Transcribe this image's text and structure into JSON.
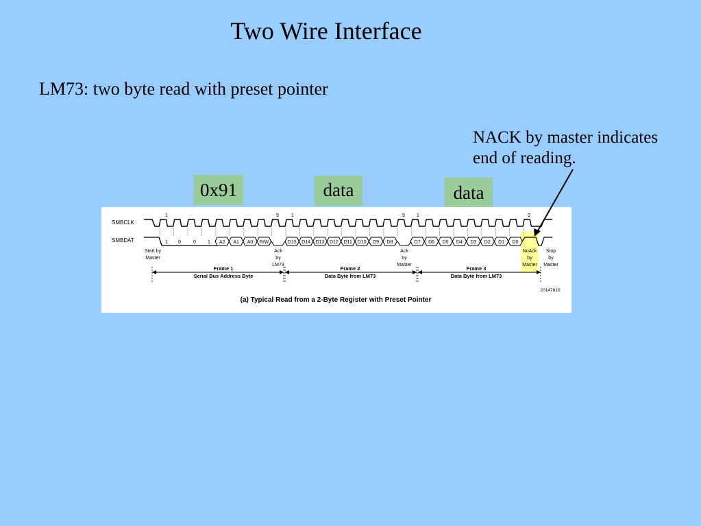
{
  "slide": {
    "title": "Two Wire Interface",
    "subtitle": "LM73: two byte read with preset pointer",
    "note_line1": "NACK by master indicates",
    "note_line2": "end of reading.",
    "tags": [
      "0x91",
      "data",
      "data"
    ],
    "colors": {
      "background": "#99ccff",
      "tag": "#99cc99",
      "highlight": "#ffff99"
    }
  },
  "diagram": {
    "signals": [
      "SMBCLK",
      "SMBDAT"
    ],
    "clock_numbers": [
      "1",
      "9",
      "1",
      "9",
      "1",
      "9"
    ],
    "frame1_bits": [
      "1",
      "0",
      "0",
      "1",
      "A2",
      "A1",
      "A0",
      "R/W"
    ],
    "frame2_bits": [
      "D15",
      "D14",
      "D13",
      "D12",
      "D11",
      "D10",
      "D9",
      "D8"
    ],
    "frame3_bits": [
      "D7",
      "D6",
      "D5",
      "D4",
      "D3",
      "D2",
      "D1",
      "D0"
    ],
    "start_label": [
      "Start by",
      "Master"
    ],
    "ack_lm73": [
      "Ack",
      "by",
      "LM73"
    ],
    "ack_master": [
      "Ack",
      "by",
      "Master"
    ],
    "noack_master": [
      "NoAck",
      "by",
      "Master"
    ],
    "stop_master": [
      "Stop",
      "by",
      "Master"
    ],
    "frames": [
      {
        "title": "Frame 1",
        "subtitle": "Serial Bus Address Byte"
      },
      {
        "title": "Frame 2",
        "subtitle": "Data Byte from LM73"
      },
      {
        "title": "Frame 3",
        "subtitle": "Data Byte from LM73"
      }
    ],
    "figure_id": "20147810",
    "caption": "(a) Typical Read from a 2-Byte Register with Preset Pointer"
  }
}
